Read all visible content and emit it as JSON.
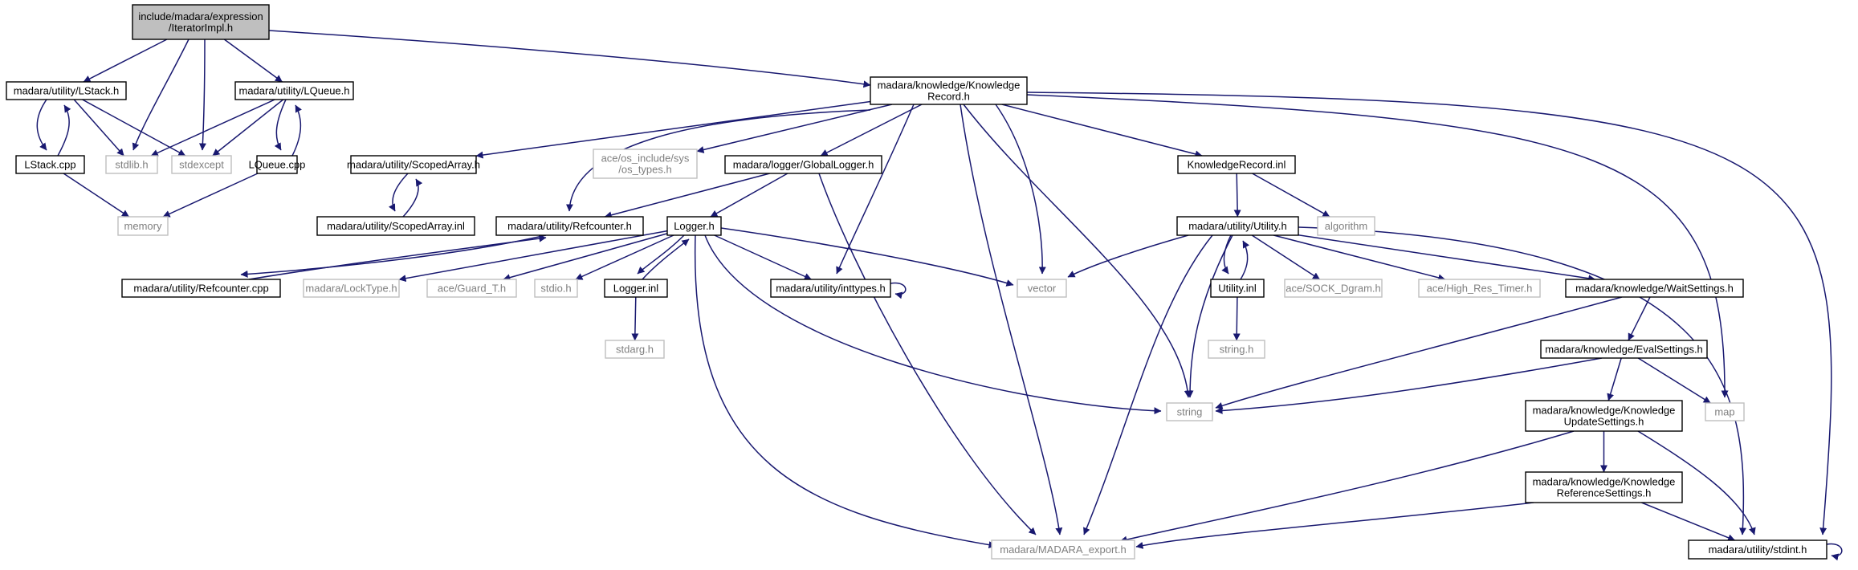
{
  "colors": {
    "edge": "#191970",
    "box_border": "#000000",
    "external_border": "#bfbfbf",
    "external_text": "#7f7f7f",
    "root_fill": "#bfbfbf"
  },
  "nodes": {
    "iterimpl": {
      "lines": [
        "include/madara/expression",
        "/IteratorImpl.h"
      ],
      "kind": "root"
    },
    "lstack_h": {
      "lines": [
        "madara/utility/LStack.h"
      ],
      "kind": "documented"
    },
    "lqueue_h": {
      "lines": [
        "madara/utility/LQueue.h"
      ],
      "kind": "documented"
    },
    "krec_h": {
      "lines": [
        "madara/knowledge/Knowledge",
        "Record.h"
      ],
      "kind": "documented"
    },
    "lstack_cpp": {
      "lines": [
        "LStack.cpp"
      ],
      "kind": "documented"
    },
    "stdlib": {
      "lines": [
        "stdlib.h"
      ],
      "kind": "external"
    },
    "stdexcept": {
      "lines": [
        "stdexcept"
      ],
      "kind": "external"
    },
    "lqueue_cpp": {
      "lines": [
        "LQueue.cpp"
      ],
      "kind": "documented"
    },
    "memory": {
      "lines": [
        "memory"
      ],
      "kind": "external"
    },
    "scopedarr_h": {
      "lines": [
        "madara/utility/ScopedArray.h"
      ],
      "kind": "documented"
    },
    "scopedarr_inl": {
      "lines": [
        "madara/utility/ScopedArray.inl"
      ],
      "kind": "documented"
    },
    "ostypes": {
      "lines": [
        "ace/os_include/sys",
        "/os_types.h"
      ],
      "kind": "external"
    },
    "globallogger": {
      "lines": [
        "madara/logger/GlobalLogger.h"
      ],
      "kind": "documented"
    },
    "krec_inl": {
      "lines": [
        "KnowledgeRecord.inl"
      ],
      "kind": "documented"
    },
    "refcounter_h": {
      "lines": [
        "madara/utility/Refcounter.h"
      ],
      "kind": "documented"
    },
    "refcounter_cpp": {
      "lines": [
        "madara/utility/Refcounter.cpp"
      ],
      "kind": "documented"
    },
    "logger_h": {
      "lines": [
        "Logger.h"
      ],
      "kind": "documented"
    },
    "locktype": {
      "lines": [
        "madara/LockType.h"
      ],
      "kind": "external"
    },
    "guard_t": {
      "lines": [
        "ace/Guard_T.h"
      ],
      "kind": "external"
    },
    "stdio": {
      "lines": [
        "stdio.h"
      ],
      "kind": "external"
    },
    "logger_inl": {
      "lines": [
        "Logger.inl"
      ],
      "kind": "documented"
    },
    "inttypes": {
      "lines": [
        "madara/utility/inttypes.h"
      ],
      "kind": "documented"
    },
    "stdarg": {
      "lines": [
        "stdarg.h"
      ],
      "kind": "external"
    },
    "vector": {
      "lines": [
        "vector"
      ],
      "kind": "external"
    },
    "algorithm": {
      "lines": [
        "algorithm"
      ],
      "kind": "external"
    },
    "utility_h": {
      "lines": [
        "madara/utility/Utility.h"
      ],
      "kind": "documented"
    },
    "utility_inl": {
      "lines": [
        "Utility.inl"
      ],
      "kind": "documented"
    },
    "sockdgram": {
      "lines": [
        "ace/SOCK_Dgram.h"
      ],
      "kind": "external"
    },
    "highres": {
      "lines": [
        "ace/High_Res_Timer.h"
      ],
      "kind": "external"
    },
    "waitsettings": {
      "lines": [
        "madara/knowledge/WaitSettings.h"
      ],
      "kind": "documented"
    },
    "string_h": {
      "lines": [
        "string.h"
      ],
      "kind": "external"
    },
    "evalsettings": {
      "lines": [
        "madara/knowledge/EvalSettings.h"
      ],
      "kind": "documented"
    },
    "string": {
      "lines": [
        "string"
      ],
      "kind": "external"
    },
    "map": {
      "lines": [
        "map"
      ],
      "kind": "external"
    },
    "kupdate": {
      "lines": [
        "madara/knowledge/Knowledge",
        "UpdateSettings.h"
      ],
      "kind": "documented"
    },
    "kref": {
      "lines": [
        "madara/knowledge/Knowledge",
        "ReferenceSettings.h"
      ],
      "kind": "documented"
    },
    "madara_export": {
      "lines": [
        "madara/MADARA_export.h"
      ],
      "kind": "external"
    },
    "stdint": {
      "lines": [
        "madara/utility/stdint.h"
      ],
      "kind": "documented"
    }
  },
  "edges": [
    [
      "iterimpl",
      "lstack_h"
    ],
    [
      "iterimpl",
      "lqueue_h"
    ],
    [
      "iterimpl",
      "krec_h"
    ],
    [
      "iterimpl",
      "stdlib"
    ],
    [
      "iterimpl",
      "stdexcept"
    ],
    [
      "lstack_h",
      "lstack_cpp"
    ],
    [
      "lstack_h",
      "stdlib"
    ],
    [
      "lstack_h",
      "stdexcept"
    ],
    [
      "lstack_cpp",
      "lstack_h"
    ],
    [
      "lstack_cpp",
      "memory"
    ],
    [
      "lqueue_h",
      "lqueue_cpp"
    ],
    [
      "lqueue_h",
      "stdlib"
    ],
    [
      "lqueue_h",
      "stdexcept"
    ],
    [
      "lqueue_cpp",
      "lqueue_h"
    ],
    [
      "lqueue_cpp",
      "memory"
    ],
    [
      "krec_h",
      "scopedarr_h"
    ],
    [
      "krec_h",
      "globallogger"
    ],
    [
      "krec_h",
      "krec_inl"
    ],
    [
      "krec_h",
      "refcounter_h"
    ],
    [
      "krec_h",
      "inttypes"
    ],
    [
      "krec_h",
      "vector"
    ],
    [
      "krec_h",
      "string"
    ],
    [
      "krec_h",
      "map"
    ],
    [
      "krec_h",
      "stdint"
    ],
    [
      "krec_h",
      "madara_export"
    ],
    [
      "krec_h",
      "ostypes"
    ],
    [
      "scopedarr_h",
      "scopedarr_inl"
    ],
    [
      "scopedarr_inl",
      "scopedarr_h"
    ],
    [
      "globallogger",
      "logger_h"
    ],
    [
      "globallogger",
      "refcounter_h"
    ],
    [
      "globallogger",
      "madara_export"
    ],
    [
      "refcounter_h",
      "refcounter_cpp"
    ],
    [
      "refcounter_cpp",
      "refcounter_h"
    ],
    [
      "logger_h",
      "locktype"
    ],
    [
      "logger_h",
      "guard_t"
    ],
    [
      "logger_h",
      "stdio"
    ],
    [
      "logger_h",
      "logger_inl"
    ],
    [
      "logger_h",
      "inttypes"
    ],
    [
      "logger_h",
      "vector"
    ],
    [
      "logger_h",
      "string"
    ],
    [
      "logger_h",
      "madara_export"
    ],
    [
      "logger_inl",
      "logger_h"
    ],
    [
      "logger_inl",
      "stdarg"
    ],
    [
      "inttypes",
      "inttypes"
    ],
    [
      "krec_inl",
      "utility_h"
    ],
    [
      "krec_inl",
      "algorithm"
    ],
    [
      "utility_h",
      "vector"
    ],
    [
      "utility_h",
      "string"
    ],
    [
      "utility_h",
      "utility_inl"
    ],
    [
      "utility_h",
      "sockdgram"
    ],
    [
      "utility_h",
      "highres"
    ],
    [
      "utility_h",
      "waitsettings"
    ],
    [
      "utility_h",
      "madara_export"
    ],
    [
      "utility_h",
      "stdint"
    ],
    [
      "utility_inl",
      "utility_h"
    ],
    [
      "utility_inl",
      "string_h"
    ],
    [
      "waitsettings",
      "evalsettings"
    ],
    [
      "waitsettings",
      "string"
    ],
    [
      "evalsettings",
      "kupdate"
    ],
    [
      "evalsettings",
      "string"
    ],
    [
      "evalsettings",
      "map"
    ],
    [
      "kupdate",
      "kref"
    ],
    [
      "kupdate",
      "madara_export"
    ],
    [
      "kupdate",
      "stdint"
    ],
    [
      "kref",
      "madara_export"
    ],
    [
      "kref",
      "stdint"
    ],
    [
      "stdint",
      "stdint"
    ]
  ]
}
